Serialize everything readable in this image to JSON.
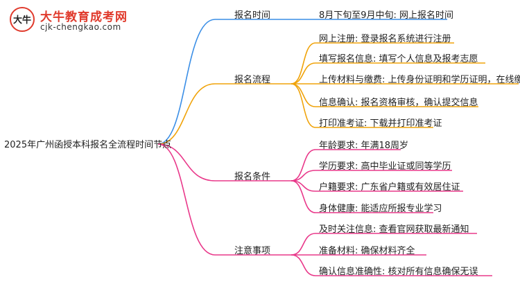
{
  "logo": {
    "name": "大牛教育成考网",
    "url": "cjk-chengkao.com",
    "mark_text": "大牛"
  },
  "root": "2025年广州函授本科报名全流程时间节点",
  "colors": {
    "branch1": "#3a8ee6",
    "branch2": "#f0a30a",
    "branch3": "#e9388a",
    "branch4": "#e9388a",
    "logo_red": "#e03a2c"
  },
  "branches": [
    {
      "label": "报名时间",
      "leaves": [
        "8月下旬至9月中旬: 网上报名时间"
      ]
    },
    {
      "label": "报名流程",
      "leaves": [
        "网上注册: 登录报名系统进行注册",
        "填写报名信息: 填写个人信息及报考志愿",
        "上传材料与缴费: 上传身份证明和学历证明，在线缴费",
        "信息确认: 报名资格审核，确认提交信息",
        "打印准考证: 下载并打印准考证"
      ]
    },
    {
      "label": "报名条件",
      "leaves": [
        "年龄要求: 年满18周岁",
        "学历要求: 高中毕业证或同等学历",
        "户籍要求: 广东省户籍或有效居住证",
        "身体健康: 能适应所报专业学习"
      ]
    },
    {
      "label": "注意事项",
      "leaves": [
        "及时关注信息: 查看官网获取最新通知",
        "准备材料: 确保材料齐全",
        "确认信息准确性: 核对所有信息确保无误"
      ]
    }
  ]
}
